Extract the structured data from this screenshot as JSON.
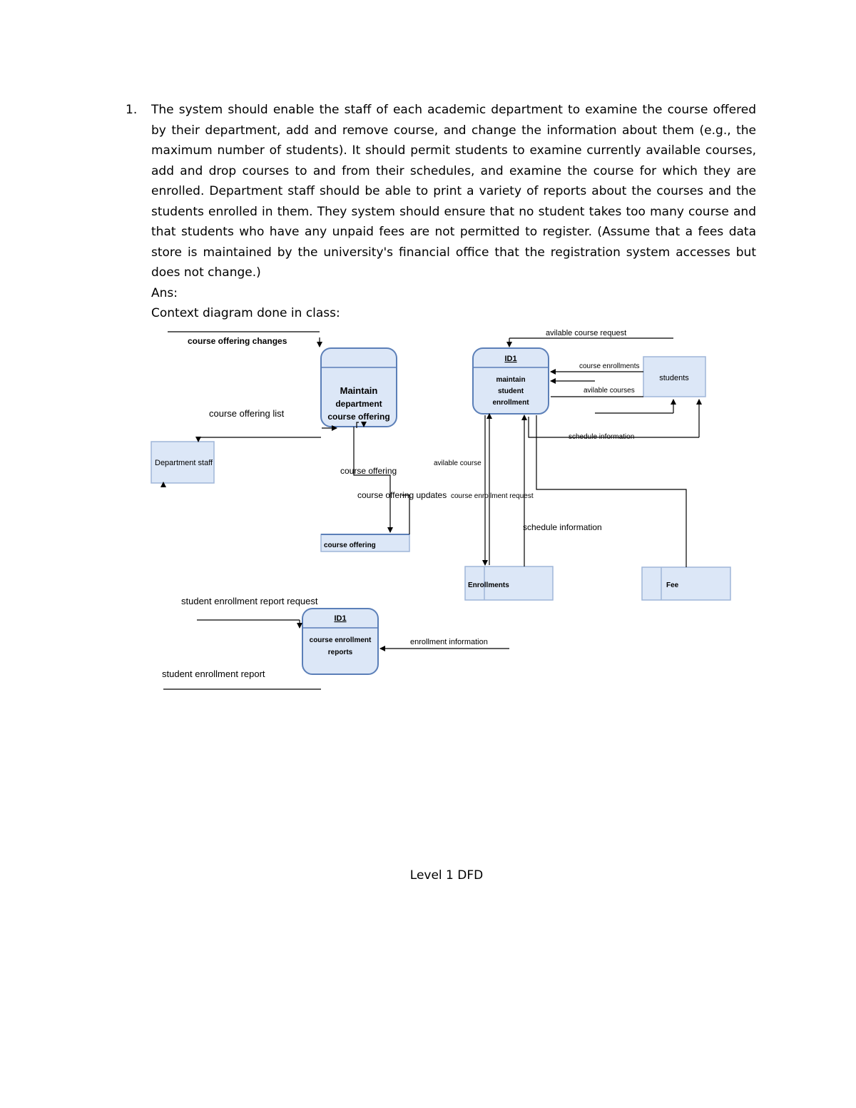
{
  "question": {
    "number": "1.",
    "text": "The system should enable the staff of each academic department to examine the course offered by their department, add and remove course, and change the information about them (e.g., the maximum number of students). It should permit students to examine currently available courses, add and drop courses to and from their schedules, and examine the course for which they are enrolled. Department staff should be able to print a variety of reports about the courses and the students enrolled in them. They system should ensure that no student takes too many course and that students who have any unpaid fees are not permitted to register. (Assume that a fees data store is maintained by the university's financial office that the registration system accesses but does not change.)",
    "ans_label": "Ans:",
    "context_label": "Context diagram done in class:"
  },
  "diagram": {
    "processes": {
      "maintain_offering": {
        "lines": [
          "Maintain",
          "department",
          "course offering"
        ]
      },
      "maintain_enrollment": {
        "id": "ID1",
        "lines": [
          "maintain",
          "student",
          "enrollment"
        ]
      },
      "enrollment_reports": {
        "id": "ID1",
        "lines": [
          "course enrollment",
          "reports"
        ]
      }
    },
    "entities": {
      "department_staff": "Department staff",
      "students": "students"
    },
    "stores": {
      "course_offering": "course offering",
      "enrollments": "Enrollments",
      "fee": "Fee"
    },
    "flows": {
      "course_offering_changes": "course offering changes",
      "course_offering_list": "course offering list",
      "course_offering": "course offering",
      "course_offering_updates": "course offering updates",
      "available_course": "avilable course",
      "available_course_request": "avilable course request",
      "course_enrollments": "course enrollments",
      "available_courses": "avilable courses",
      "schedule_information_1": "schedule information",
      "course_enrollment_request": "course enrollment request",
      "schedule_information_2": "schedule information",
      "student_enrollment_report_request": "student enrollment report request",
      "enrollment_information": "enrollment information",
      "student_enrollment_report": "student enrollment report"
    }
  },
  "footer": "Level 1 DFD"
}
